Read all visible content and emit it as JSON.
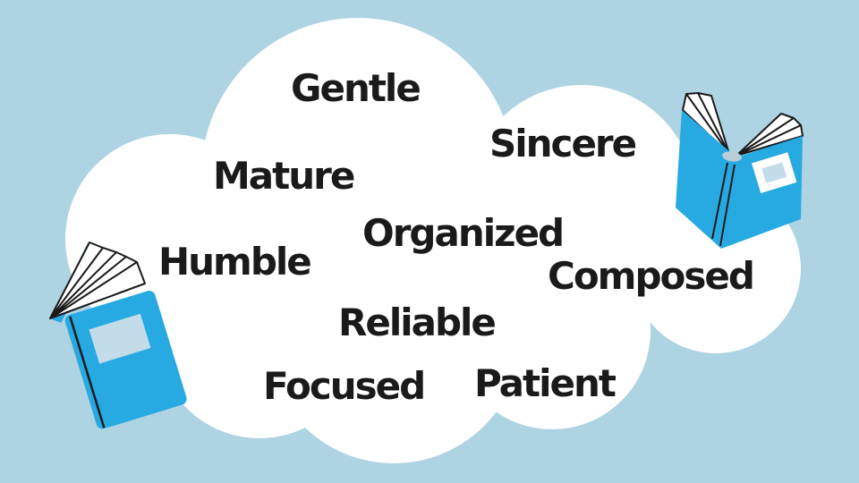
{
  "words": [
    {
      "label": "Gentle"
    },
    {
      "label": "Sincere"
    },
    {
      "label": "Mature"
    },
    {
      "label": "Organized"
    },
    {
      "label": "Humble"
    },
    {
      "label": "Composed"
    },
    {
      "label": "Reliable"
    },
    {
      "label": "Focused"
    },
    {
      "label": "Patient"
    }
  ],
  "illustrations": [
    {
      "icon": "open-book-icon",
      "position": "top-right"
    },
    {
      "icon": "closed-book-icon",
      "position": "bottom-left"
    }
  ],
  "colors": {
    "background": "#aed3e3",
    "cloud": "#ffffff",
    "book_blue": "#27a9e1",
    "book_label": "#c3dce9",
    "book_spine_top": "#b9cdd8",
    "ink": "#1a1a1a"
  }
}
